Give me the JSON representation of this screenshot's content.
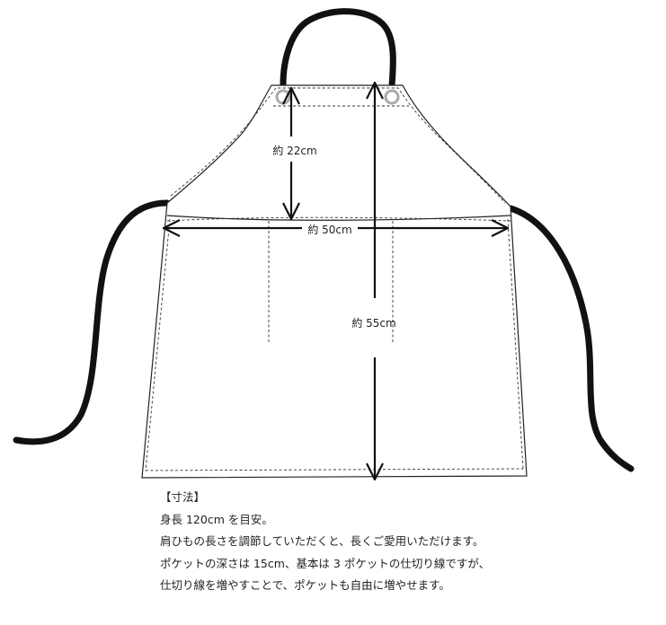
{
  "dimensions": {
    "height_label": "約 22cm",
    "width_label": "約 50cm",
    "length_label": "約 55cm"
  },
  "notes": {
    "heading": "【寸法】",
    "lines": [
      "身長 120cm を目安。",
      "肩ひもの長さを調節していただくと、長くご愛用いただけます。",
      "ポケットの深さは 15cm、基本は 3 ポケットの仕切り線ですが、",
      "仕切り線を増やすことで、ポケットも自由に増やせます。"
    ]
  },
  "colors": {
    "outline": "#222222",
    "strap": "#111111",
    "grommet": "#aaaaaa"
  }
}
